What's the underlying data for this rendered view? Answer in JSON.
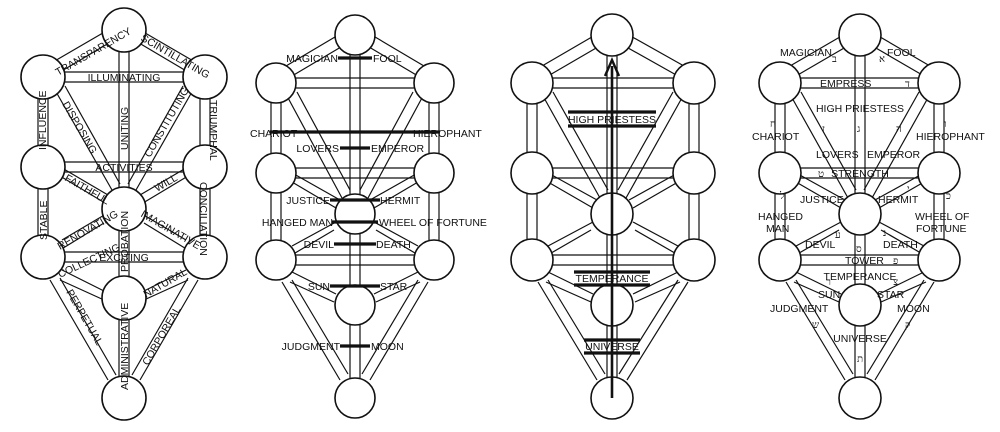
{
  "diagram1": {
    "labels": {
      "transparency": "TRANSPARENCY",
      "scintillating": "SCINTILLATING",
      "illuminating": "ILLUMINATING",
      "influence": "INFLUENCE",
      "disposing": "DISPOSING",
      "uniting": "UNITING",
      "constituting": "CONSTITUTING",
      "triumphal": "TRIUMPHAL",
      "activities": "ACTIVITIES",
      "faithful": "FAITHFUL",
      "will": "WILL",
      "stable": "STABLE",
      "renovating": "RENOVATING",
      "probation": "PROBATION",
      "imaginative": "IMAGINATIVE",
      "conciliation": "CONCILIATION",
      "exciting": "EXCITING",
      "collecting": "COLLECTING",
      "natural": "NATURAL",
      "perpetual": "PERPETUAL",
      "administrative": "ADMINISTRATIVE",
      "corporeal": "CORPOREAL"
    }
  },
  "diagram2": {
    "labels": {
      "magician": "MAGICIAN",
      "fool": "FOOL",
      "chariot": "CHARIOT",
      "hierophant": "HIEROPHANT",
      "lovers": "LOVERS",
      "emperor": "EMPEROR",
      "justice": "JUSTICE",
      "hermit": "HERMIT",
      "hanged_man": "HANGED MAN",
      "wheel_of_fortune": "WHEEL OF FORTUNE",
      "devil": "DEVIL",
      "death": "DEATH",
      "sun": "SUN",
      "star": "STAR",
      "judgment": "JUDGMENT",
      "moon": "MOON"
    }
  },
  "diagram3": {
    "labels": {
      "high_priestess": "HIGH PRIESTESS",
      "temperance": "TEMPERANCE",
      "universe": "UNIVERSE"
    }
  },
  "diagram4": {
    "labels": {
      "magician": "MAGICIAN",
      "fool": "FOOL",
      "empress": "EMPRESS",
      "high_priestess": "HIGH PRIESTESS",
      "chariot": "CHARIOT",
      "hierophant": "HIEROPHANT",
      "lovers": "LOVERS",
      "emperor": "EMPEROR",
      "strength": "STRENGTH",
      "justice": "JUSTICE",
      "hermit": "HERMIT",
      "hanged": "HANGED",
      "man": "MAN",
      "wheel_of": "WHEEL OF",
      "fortune": "FORTUNE",
      "devil": "DEVIL",
      "death": "DEATH",
      "tower": "TOWER",
      "temperance": "TEMPERANCE",
      "sun": "SUN",
      "star": "STAR",
      "judgment": "JUDGMENT",
      "moon": "MOON",
      "universe": "UNIVERSE"
    },
    "hebrew": {
      "magician": "ב",
      "fool": "א",
      "empress": "ד",
      "high_priestess": "ג",
      "chariot": "ח",
      "hierophant": "ו",
      "strength": "ט",
      "justice": "ל",
      "hermit": "י",
      "wheel": "כ",
      "devil": "ע",
      "death": "נ",
      "tower": "פ",
      "sun": "ר",
      "star": "צ",
      "judgment": "ש",
      "moon": "ק",
      "universe": "ת",
      "temperance": "ס",
      "lovers": "ז",
      "emperor": "ה"
    }
  }
}
